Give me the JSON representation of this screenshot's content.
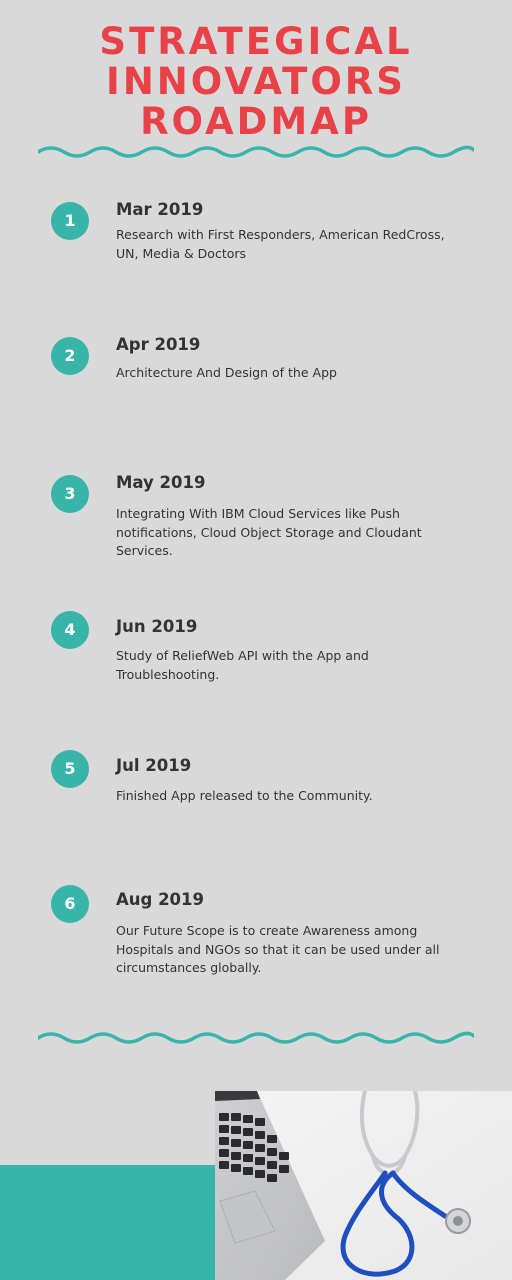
{
  "title": {
    "line1": "STRATEGICAL",
    "line2": "INNOVATORS",
    "line3": "ROADMAP"
  },
  "colors": {
    "title": "#e84148",
    "accent": "#38b5a8",
    "background": "#d9d9d9",
    "text": "#333333"
  },
  "milestones": [
    {
      "number": "1",
      "date": "Mar 2019",
      "desc": "Research with First Responders, American RedCross, UN, Media & Doctors"
    },
    {
      "number": "2",
      "date": "Apr 2019",
      "desc": "Architecture And Design of the App"
    },
    {
      "number": "3",
      "date": "May 2019",
      "desc": "Integrating With IBM Cloud Services like Push notifications, Cloud Object Storage and Cloudant Services."
    },
    {
      "number": "4",
      "date": "Jun 2019",
      "desc": "Study of ReliefWeb API with the App and Troubleshooting."
    },
    {
      "number": "5",
      "date": "Jul 2019",
      "desc": "Finished App released to the Community."
    },
    {
      "number": "6",
      "date": "Aug 2019",
      "desc": "Our Future Scope is to create Awareness among Hospitals and NGOs so that it can be used under all circumstances globally."
    }
  ],
  "image": {
    "subject": "laptop-and-stethoscope-photo"
  }
}
